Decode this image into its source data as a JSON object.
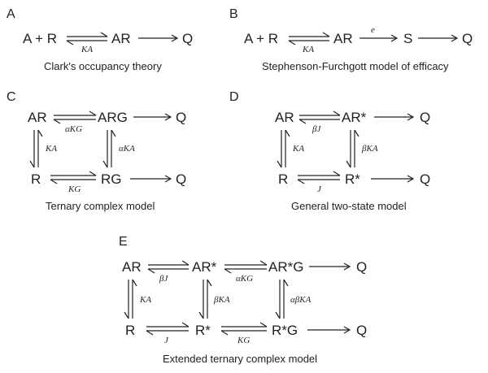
{
  "panels": {
    "A": {
      "label": "A",
      "caption": "Clark's occupancy theory",
      "species": {
        "a_plus_r": "A + R",
        "ar": "AR",
        "q": "Q"
      },
      "rates": {
        "ka": "KA"
      }
    },
    "B": {
      "label": "B",
      "caption": "Stephenson-Furchgott model of efficacy",
      "species": {
        "a_plus_r": "A + R",
        "ar": "AR",
        "s": "S",
        "q": "Q"
      },
      "rates": {
        "ka": "KA",
        "e": "e"
      }
    },
    "C": {
      "label": "C",
      "caption": "Ternary complex model",
      "species": {
        "ar": "AR",
        "arg": "ARG",
        "r": "R",
        "rg": "RG",
        "q1": "Q",
        "q2": "Q"
      },
      "rates": {
        "alpha_kg": "αKG",
        "ka": "KA",
        "alpha_ka": "αKA",
        "kg": "KG"
      }
    },
    "D": {
      "label": "D",
      "caption": "General two-state model",
      "species": {
        "ar": "AR",
        "ar_star": "AR*",
        "r": "R",
        "r_star": "R*",
        "q1": "Q",
        "q2": "Q"
      },
      "rates": {
        "beta_j": "βJ",
        "ka": "KA",
        "beta_ka": "βKA",
        "j": "J"
      }
    },
    "E": {
      "label": "E",
      "caption": "Extended ternary complex model",
      "species": {
        "ar": "AR",
        "ar_star": "AR*",
        "ar_star_g": "AR*G",
        "r": "R",
        "r_star": "R*",
        "r_star_g": "R*G",
        "q1": "Q",
        "q2": "Q"
      },
      "rates": {
        "beta_j": "βJ",
        "alpha_kg": "αKG",
        "ka": "KA",
        "beta_ka": "βKA",
        "alpha_beta_ka": "αβKA",
        "j": "J",
        "kg": "KG"
      }
    }
  }
}
